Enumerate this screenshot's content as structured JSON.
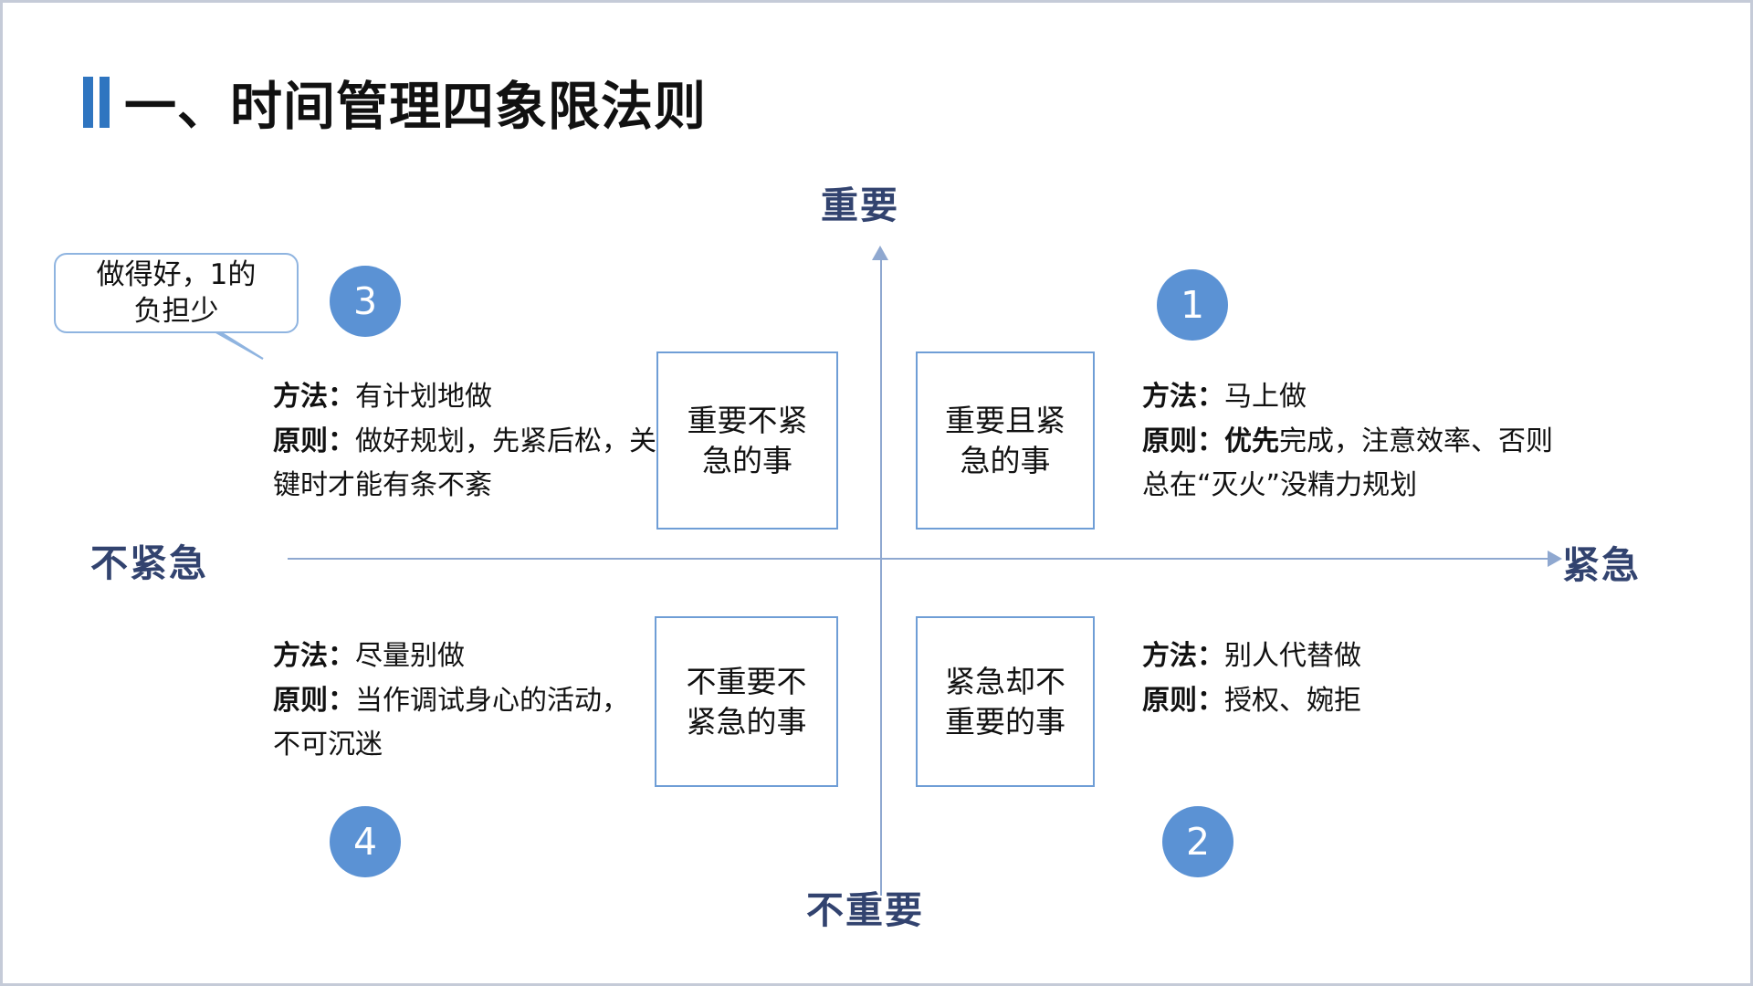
{
  "slide": {
    "title": "一、时间管理四象限法则",
    "title_marker": "double-bar"
  },
  "axes": {
    "top": "重要",
    "bottom": "不重要",
    "left": "不紧急",
    "right": "紧急"
  },
  "callout": {
    "text": "做得好，1的\n负担少"
  },
  "colors": {
    "accent_blue": "#5b92d4",
    "axis_blue": "#8fa8d0",
    "label_navy": "#32436f",
    "box_border": "#6f9ed6",
    "title_bar": "#2f75c0",
    "slide_border": "#c5cbd8"
  },
  "quadrants": [
    {
      "number": "1",
      "position": "top-right",
      "box_label": "重要且紧\n急的事",
      "lines": [
        {
          "lead": "方法：",
          "rest": "马上做"
        },
        {
          "lead": "原则：",
          "emphasis": "优先",
          "rest": "完成，注意效率、否则总在“灭火”没精力规划"
        }
      ]
    },
    {
      "number": "2",
      "position": "bottom-right",
      "box_label": "紧急却不\n重要的事",
      "lines": [
        {
          "lead": "方法：",
          "rest": "别人代替做"
        },
        {
          "lead": "原则：",
          "rest": "授权、婉拒"
        }
      ]
    },
    {
      "number": "3",
      "position": "top-left",
      "box_label": "重要不紧\n急的事",
      "lines": [
        {
          "lead": "方法：",
          "rest": "有计划地做"
        },
        {
          "lead": "原则：",
          "rest": "做好规划，先紧后松，关键时才能有条不紊"
        }
      ]
    },
    {
      "number": "4",
      "position": "bottom-left",
      "box_label": "不重要不\n紧急的事",
      "lines": [
        {
          "lead": "方法：",
          "rest": "尽量别做"
        },
        {
          "lead": "原则：",
          "rest": "当作调试身心的活动，不可沉迷"
        }
      ]
    }
  ]
}
